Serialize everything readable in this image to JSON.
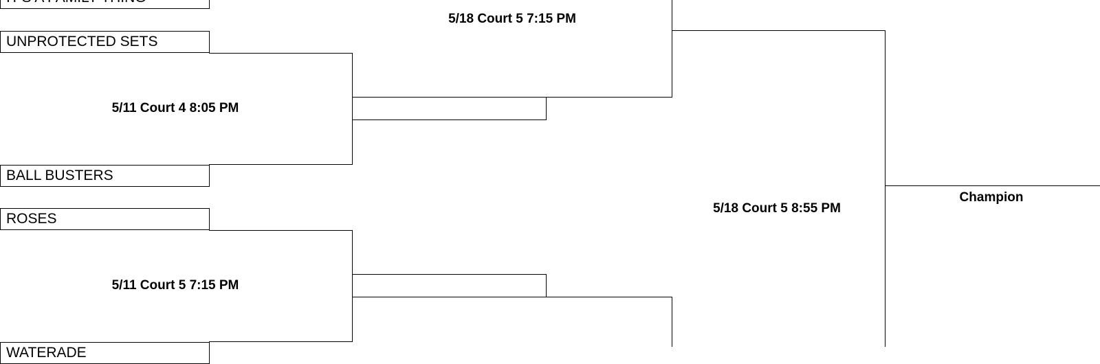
{
  "bracket": {
    "teams": [
      "IT'S A FAMILY THING",
      "UNPROTECTED SETS",
      "BALL BUSTERS",
      "ROSES",
      "WATERADE"
    ],
    "games": [
      "5/18 Court 5 7:15 PM",
      "5/11 Court 4 8:05 PM",
      "5/11 Court 5 7:15 PM",
      "5/18 Court 5 8:55 PM"
    ],
    "champion_label": "Champion"
  }
}
